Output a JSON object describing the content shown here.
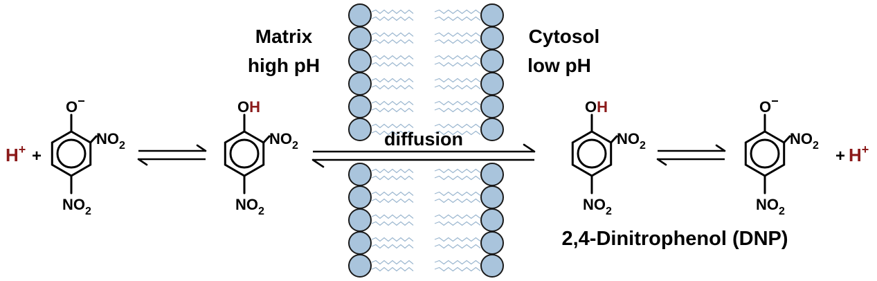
{
  "labels": {
    "matrix_line1": "Matrix",
    "matrix_line2": "high pH",
    "cytosol_line1": "Cytosol",
    "cytosol_line2": "low pH",
    "diffusion": "diffusion",
    "compound_name": "2,4-Dinitrophenol (DNP)",
    "proton_left": "H",
    "proton_right": "H",
    "proton_charge": "+",
    "plus": "+"
  },
  "molecules": {
    "phenolate_left": {
      "top_o": "O",
      "top_charge": "−",
      "side_no": "NO",
      "side_sub": "2",
      "bottom_no": "NO",
      "bottom_sub": "2"
    },
    "phenol_left": {
      "top_o": "O",
      "top_h": "H",
      "side_no": "NO",
      "side_sub": "2",
      "bottom_no": "NO",
      "bottom_sub": "2"
    },
    "phenol_right": {
      "top_o": "O",
      "top_h": "H",
      "side_no": "NO",
      "side_sub": "2",
      "bottom_no": "NO",
      "bottom_sub": "2"
    },
    "phenolate_right": {
      "top_o": "O",
      "top_charge": "−",
      "side_no": "NO",
      "side_sub": "2",
      "bottom_no": "NO",
      "bottom_sub": "2"
    }
  },
  "colors": {
    "hydrogen_red": "#8b1a1a",
    "lipid_head": "#a9c4dc",
    "lipid_tail": "#9ab6cf"
  }
}
